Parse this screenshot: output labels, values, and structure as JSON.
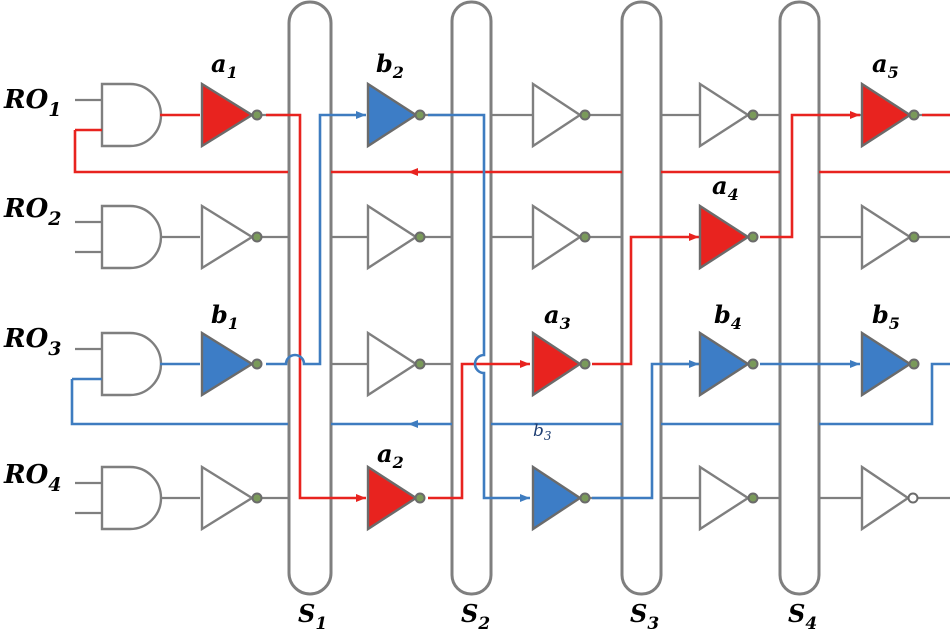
{
  "rows": [
    {
      "main": "RO",
      "sub": "1"
    },
    {
      "main": "RO",
      "sub": "2"
    },
    {
      "main": "RO",
      "sub": "3"
    },
    {
      "main": "RO",
      "sub": "4"
    }
  ],
  "switches": [
    {
      "main": "S",
      "sub": "1"
    },
    {
      "main": "S",
      "sub": "2"
    },
    {
      "main": "S",
      "sub": "3"
    },
    {
      "main": "S",
      "sub": "4"
    }
  ],
  "inverter_labels": [
    {
      "main": "a",
      "sub": "1"
    },
    {
      "main": "b",
      "sub": "2"
    },
    {
      "main": "a",
      "sub": "5"
    },
    {
      "main": "a",
      "sub": "4"
    },
    {
      "main": "b",
      "sub": "1"
    },
    {
      "main": "a",
      "sub": "3"
    },
    {
      "main": "b",
      "sub": "4"
    },
    {
      "main": "b",
      "sub": "5"
    },
    {
      "main": "a",
      "sub": "2"
    }
  ],
  "annotation": {
    "main": "b",
    "sub": "3"
  },
  "colors": {
    "red_path": "#e8231f",
    "blue_path": "#3e7cc0",
    "red_fill": "#e8231f",
    "blue_fill": "#3d7dc6",
    "gray": "#7f7f7f",
    "bubble": "#7a9a5a"
  }
}
